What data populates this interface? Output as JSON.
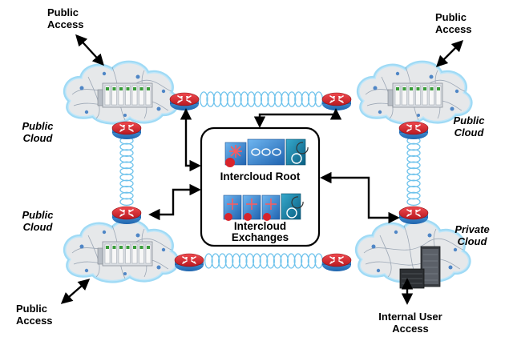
{
  "labels": {
    "public_access_top_left": [
      "Public",
      "Access"
    ],
    "public_access_top_right": [
      "Public",
      "Access"
    ],
    "public_access_bottom_left": [
      "Public",
      "Access"
    ],
    "internal_user_access": [
      "Internal User",
      "Access"
    ],
    "public_cloud_top_left": [
      "Public",
      "Cloud"
    ],
    "public_cloud_top_right": [
      "Public",
      "Cloud"
    ],
    "public_cloud_bottom_left": [
      "Public",
      "Cloud"
    ],
    "private_cloud": [
      "Private",
      "Cloud"
    ],
    "intercloud_root": "Intercloud Root",
    "intercloud_exchanges": [
      "Intercloud",
      "Exchanges"
    ]
  },
  "colors": {
    "cloud_glow": "#9fd8f5",
    "cloud_fill": "#e3e5e8",
    "router_red": "#d8242c",
    "router_body": "#3a8fd6",
    "spring": "#6fc3ec",
    "device_blue": "#3f8fd8",
    "device_teal": "#0f7fa5",
    "arrow": "#000000"
  },
  "icons": [
    "cloud-icon",
    "router-icon",
    "server-rack-icon",
    "switch-icon",
    "spring-link-icon"
  ]
}
